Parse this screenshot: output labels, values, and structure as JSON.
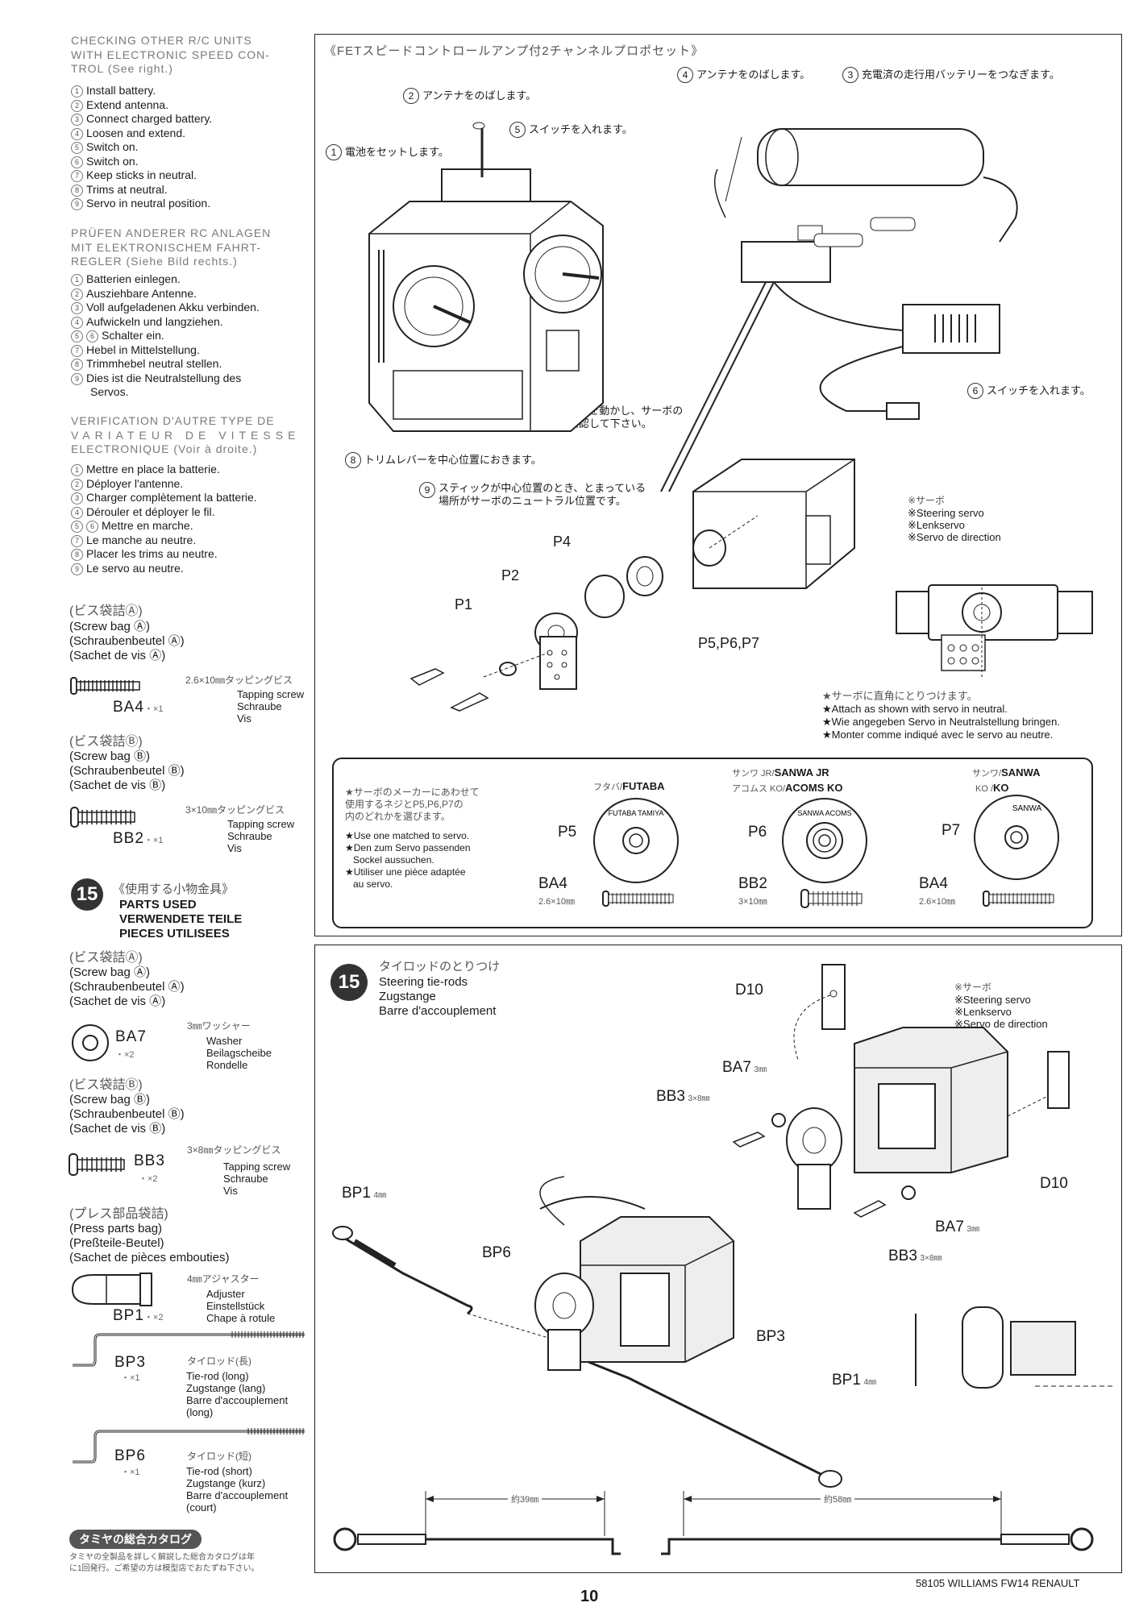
{
  "left": {
    "check_en_title": [
      "CHECKING OTHER R/C UNITS",
      "WITH ELECTRONIC SPEED CON-",
      "TROL (See right.)"
    ],
    "steps_en": [
      "Install battery.",
      "Extend antenna.",
      "Connect charged battery.",
      "Loosen and extend.",
      "Switch on.",
      "Switch on.",
      "Keep sticks in neutral.",
      "Trims at neutral.",
      "Servo in neutral position."
    ],
    "check_de_title": [
      "PRÜFEN ANDERER RC ANLAGEN",
      "MIT ELEKTRONISCHEM FAHRT-",
      "REGLER (Siehe Bild rechts.)"
    ],
    "steps_de": [
      "Batterien einlegen.",
      "Ausziehbare Antenne.",
      "Voll aufgeladenen Akku verbinden.",
      "Aufwickeln und langziehen.",
      "Schalter ein.",
      "Hebel in Mittelstellung.",
      "Trimmhebel neutral stellen.",
      "Dies ist die Neutralstellung des",
      "Servos."
    ],
    "check_fr_title": [
      "VERIFICATION D'AUTRE TYPE DE",
      "VARIATEUR DE VITESSE",
      "ELECTRONIQUE (Voir à droite.)"
    ],
    "steps_fr": [
      "Mettre en place la batterie.",
      "Déployer l'antenne.",
      "Charger complètement la batterie.",
      "Dérouler et déployer le fil.",
      "Mettre en marche.",
      "Le manche au neutre.",
      "Placer les trims au neutre.",
      "Le servo au neutre."
    ],
    "bag_a_jp": "(ビス袋詰Ⓐ)",
    "bag_a": [
      "(Screw bag Ⓐ)",
      "(Schraubenbeutel Ⓐ)",
      "(Sachet de vis Ⓐ)"
    ],
    "ba4": {
      "code": "BA4",
      "qty": "・×1",
      "size": "2.6×10㎜タッピングビス",
      "desc": [
        "Tapping screw",
        "Schraube",
        "Vis"
      ]
    },
    "bag_b_jp": "(ビス袋詰Ⓑ)",
    "bag_b": [
      "(Screw bag Ⓑ)",
      "(Schraubenbeutel Ⓑ)",
      "(Sachet de vis Ⓑ)"
    ],
    "bb2": {
      "code": "BB2",
      "qty": "・×1",
      "size": "3×10㎜タッピングビス",
      "desc": [
        "Tapping screw",
        "Schraube",
        "Vis"
      ]
    },
    "step15_num": "15",
    "parts_used_jp": "《使用する小物金具》",
    "parts_used": [
      "PARTS USED",
      "VERWENDETE TEILE",
      "PIECES UTILISEES"
    ],
    "bag_a2_jp": "(ビス袋詰Ⓐ)",
    "bag_a2": [
      "(Screw bag Ⓐ)",
      "(Schraubenbeutel Ⓐ)",
      "(Sachet de vis Ⓐ)"
    ],
    "ba7": {
      "code": "BA7",
      "qty": "・×2",
      "size": "3㎜ワッシャー",
      "desc": [
        "Washer",
        "Beilagscheibe",
        "Rondelle"
      ]
    },
    "bag_b2_jp": "(ビス袋詰Ⓑ)",
    "bag_b2": [
      "(Screw bag Ⓑ)",
      "(Schraubenbeutel Ⓑ)",
      "(Sachet de vis Ⓑ)"
    ],
    "bb3": {
      "code": "BB3",
      "qty": "・×2",
      "size": "3×8㎜タッピングビス",
      "desc": [
        "Tapping screw",
        "Schraube",
        "Vis"
      ]
    },
    "press_jp": "(プレス部品袋詰)",
    "press": [
      "(Press parts bag)",
      "(Preßteile-Beutel)",
      "(Sachet de pièces embouties)"
    ],
    "bp1": {
      "code": "BP1",
      "qty": "・×2",
      "size": "4㎜アジャスター",
      "desc": [
        "Adjuster",
        "Einstellstück",
        "Chape à rotule"
      ]
    },
    "bp3": {
      "code": "BP3",
      "qty": "・×1",
      "size": "タイロッド(長)",
      "desc": [
        "Tie-rod (long)",
        "Zugstange (lang)",
        "Barre d'accouplement",
        "(long)"
      ]
    },
    "bp6": {
      "code": "BP6",
      "qty": "・×1",
      "size": "タイロッド(短)",
      "desc": [
        "Tie-rod (short)",
        "Zugstange (kurz)",
        "Barre d'accouplement",
        "(court)"
      ]
    },
    "catalog_title": "タミヤの総合カタログ",
    "catalog_text": [
      "タミヤの全製品を詳しく解説した総合カタログは年",
      "に1回発行。ご希望の方は模型店でおたずね下さい。"
    ]
  },
  "top": {
    "title": "《FETスピードコントロールアンプ付2チャンネルプロポセット》",
    "c1": "電池をセットします。",
    "c2": "アンテナをのばします。",
    "c3": "充電済の走行用バッテリーをつなぎます。",
    "c4": "アンテナをのばします。",
    "c5": "スイッチを入れます。",
    "c6": "スイッチを入れます。",
    "c7": [
      "スティックを動かし、サーボの",
      "動きを確認して下さい。"
    ],
    "c8": "トリムレバーを中心位置におきます。",
    "c9": [
      "スティックが中心位置のとき、とまっている",
      "場所がサーボのニュートラル位置です。"
    ],
    "servo_jp": "※サーボ",
    "servo": [
      "※Steering servo",
      "※Lenkservo",
      "※Servo de direction"
    ],
    "p1": "P1",
    "p2": "P2",
    "p4": "P4",
    "p567": "P5,P6,P7",
    "attach_jp": "★サーボに直角にとりつけます。",
    "attach": [
      "★Attach as shown with servo in neutral.",
      "★Wie angegeben Servo in Neutralstellung bringen.",
      "★Monter comme indiqué avec le servo au neutre."
    ],
    "note_jp": [
      "★サーボのメーカーにあわせて",
      "使用するネジとP5,P6,P7の",
      "内のどれかを選びます。"
    ],
    "note": [
      "★Use one matched to servo.",
      "★Den zum Servo passenden",
      "Sockel aussuchen.",
      "★Utiliser une pièce adaptée",
      "au servo."
    ],
    "futaba_jp": "フタバ/",
    "futaba": "FUTABA",
    "sanwa_jr_jp": "サンワ JR/",
    "sanwa_jr": "SANWA JR",
    "acoms_jp": "アコムス KO/",
    "acoms": "ACOMS KO",
    "sanwa_jp": "サンワ/",
    "sanwa": "SANWA",
    "ko_jp": "KO /",
    "ko": "KO",
    "p5": "P5",
    "p6": "P6",
    "p7": "P7",
    "futaba_disc": "FUTABA TAMIYA",
    "sanwa_disc": "SANWA ACOMS",
    "sanwa2_disc": "SANWA",
    "ba4": "BA4",
    "ba4_size": "2.6×10㎜",
    "bb2": "BB2",
    "bb2_size": "3×10㎜",
    "ba4b": "BA4",
    "ba4b_size": "2.6×10㎜"
  },
  "bottom": {
    "step_num": "15",
    "title_jp": "タイロッドのとりつけ",
    "title": [
      "Steering tie-rods",
      "Zugstange",
      "Barre d'accouplement"
    ],
    "servo_jp": "※サーボ",
    "servo": [
      "※Steering servo",
      "※Lenkservo",
      "※Servo de direction"
    ],
    "d10a": "D10",
    "d10b": "D10",
    "ba7a": "BA7",
    "ba7a_size": "3㎜",
    "bb3a": "BB3",
    "bb3a_size": "3×8㎜",
    "ba7b": "BA7",
    "ba7b_size": "3㎜",
    "bb3b": "BB3",
    "bb3b_size": "3×8㎜",
    "bp1a": "BP1",
    "bp1a_size": "4㎜",
    "bp6": "BP6",
    "bp3": "BP3",
    "bp1b": "BP1",
    "bp1b_size": "4㎜",
    "dim1": "約39㎜",
    "dim2": "約58㎜"
  },
  "footer": {
    "model": "58105 WILLIAMS FW14 RENAULT",
    "page": "10"
  }
}
